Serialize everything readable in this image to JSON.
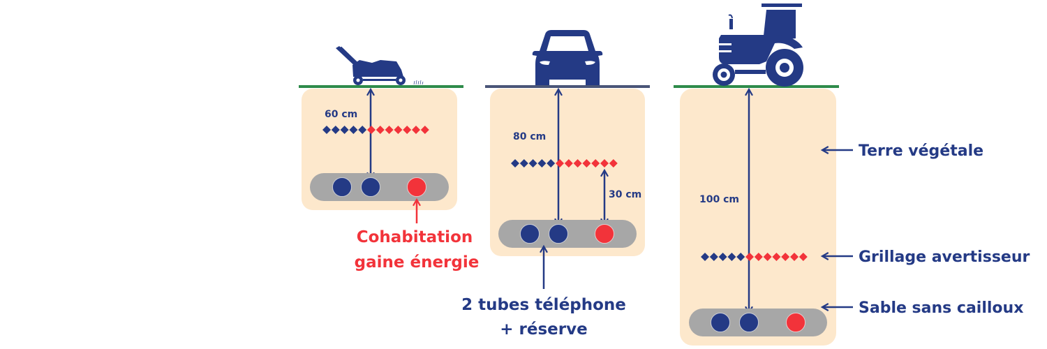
{
  "colors": {
    "navy": "#243a85",
    "red": "#f2333a",
    "soil": "#fde8cc",
    "sand_band": "#a7a7a7",
    "grass_line": "#2e8b4a",
    "road_line": "#4a5578",
    "background": "#ffffff"
  },
  "scenarios": [
    {
      "id": "garden",
      "surface_icon": "lawn-mower-icon",
      "surface_type": "grass",
      "depth_label": "60 cm",
      "depth_cm": 60,
      "warning_mesh": {
        "blue_diamonds": 5,
        "red_diamonds": 7
      },
      "conduits": [
        "telephone",
        "telephone",
        "energy"
      ]
    },
    {
      "id": "road",
      "surface_icon": "car-icon",
      "surface_type": "road",
      "depth_label": "80 cm",
      "depth_cm": 80,
      "mesh_gap_label": "30 cm",
      "mesh_gap_cm": 30,
      "warning_mesh": {
        "blue_diamonds": 5,
        "red_diamonds": 7
      },
      "conduits": [
        "telephone",
        "telephone",
        "energy"
      ]
    },
    {
      "id": "field",
      "surface_icon": "tractor-icon",
      "surface_type": "grass",
      "depth_label": "100 cm",
      "depth_cm": 100,
      "warning_mesh": {
        "blue_diamonds": 5,
        "red_diamonds": 7
      },
      "conduits": [
        "telephone",
        "telephone",
        "energy"
      ]
    }
  ],
  "callouts": {
    "energy": {
      "line1": "Cohabitation",
      "line2": "gaine énergie"
    },
    "telephone": {
      "line1": "2 tubes téléphone",
      "line2": "+ réserve"
    }
  },
  "legend": {
    "topsoil": "Terre végétale",
    "warning_mesh": "Grillage avertisseur",
    "sand": "Sable sans cailloux"
  }
}
